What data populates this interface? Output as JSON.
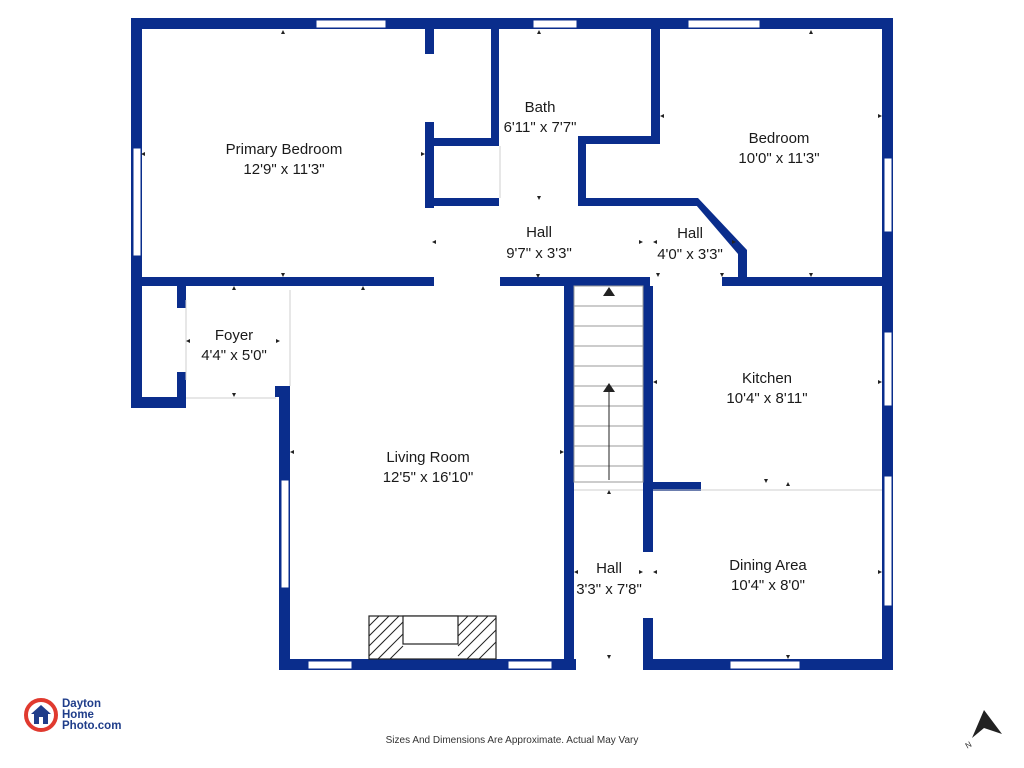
{
  "brand": {
    "line1": "Dayton",
    "line2": "Home",
    "line3": "Photo.com",
    "accent_color": "#e03a2f",
    "text_color": "#1f3d8a"
  },
  "wall_color": "#0a2d8c",
  "rooms": {
    "primary_bedroom": {
      "name": "Primary Bedroom",
      "size": "12'9\" x 11'3\""
    },
    "bath": {
      "name": "Bath",
      "size": "6'11\" x 7'7\""
    },
    "bedroom": {
      "name": "Bedroom",
      "size": "10'0\" x 11'3\""
    },
    "hall_upper": {
      "name": "Hall",
      "size": "9'7\" x 3'3\""
    },
    "hall_small": {
      "name": "Hall",
      "size": "4'0\" x 3'3\""
    },
    "foyer": {
      "name": "Foyer",
      "size": "4'4\" x 5'0\""
    },
    "living_room": {
      "name": "Living Room",
      "size": "12'5\" x 16'10\""
    },
    "kitchen": {
      "name": "Kitchen",
      "size": "10'4\" x 8'11\""
    },
    "dining_area": {
      "name": "Dining Area",
      "size": "10'4\" x 8'0\""
    },
    "hall_lower": {
      "name": "Hall",
      "size": "3'3\" x 7'8\""
    }
  },
  "disclaimer": "Sizes And Dimensions Are Approximate. Actual May Vary",
  "compass_letter": "N"
}
